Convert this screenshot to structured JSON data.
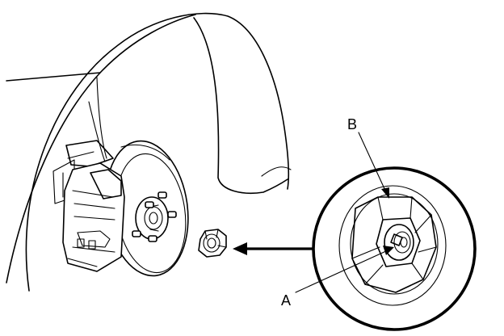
{
  "diagram": {
    "callouts": [
      {
        "id": "a",
        "label": "A"
      },
      {
        "id": "b",
        "label": "B"
      }
    ]
  }
}
